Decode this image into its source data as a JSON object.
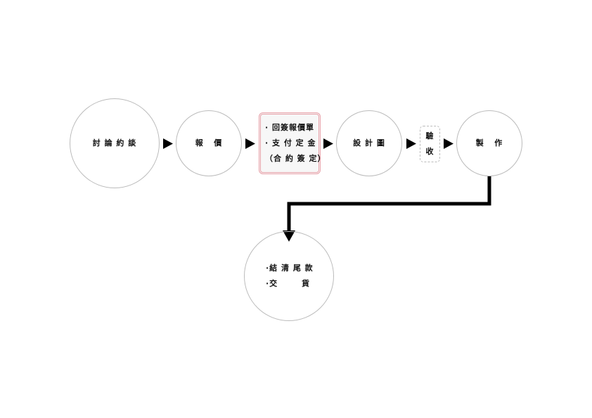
{
  "steps": [
    {
      "lines": [
        "討 論 約 談"
      ]
    },
    {
      "lines": [
        "報   價"
      ]
    },
    {
      "lines": [
        "· 回簽報價單",
        "· 支 付 定 金",
        "（合 約 簽 定）"
      ]
    },
    {
      "lines": [
        "設 計 圖"
      ]
    },
    {
      "lines": [
        "驗",
        "收"
      ]
    },
    {
      "lines": [
        "製   作"
      ]
    },
    {
      "lines": [
        "·結 清 尾 款",
        "·交       貨"
      ]
    }
  ],
  "colors": {
    "highlight_border": "#e8a0a8",
    "arrow": "#000000",
    "circle_border": "#bbbbbb"
  }
}
